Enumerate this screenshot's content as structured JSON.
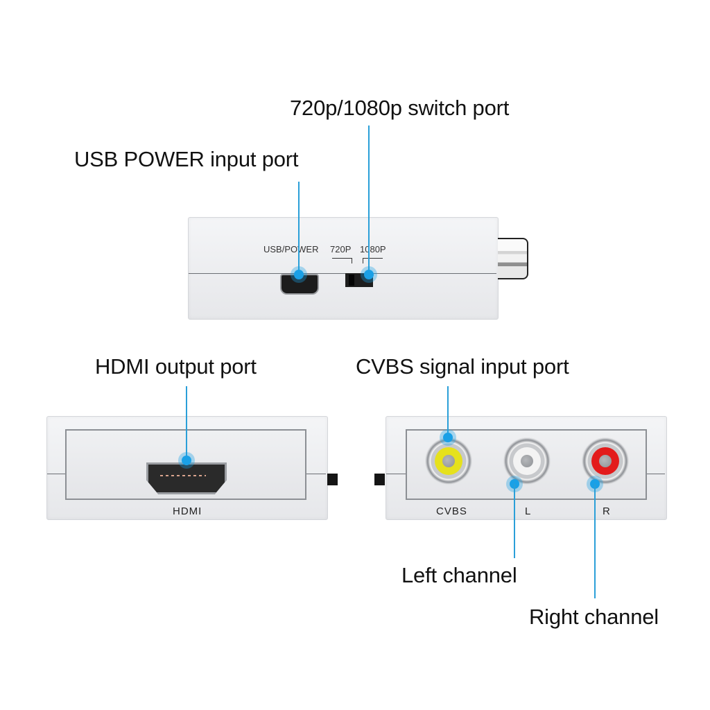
{
  "callouts": {
    "switch_port": "720p/1080p switch port",
    "usb_power": "USB POWER input port",
    "hdmi_output": "HDMI output port",
    "cvbs_input": "CVBS signal input port",
    "left_channel": "Left channel",
    "right_channel": "Right channel"
  },
  "top_device": {
    "usb_label": "USB/POWER",
    "mode_720": "720P",
    "mode_1080": "1080P"
  },
  "hdmi_device": {
    "port_label": "HDMI"
  },
  "rca_device": {
    "ports": [
      {
        "label": "CVBS",
        "color": "#e6e11c"
      },
      {
        "label": "L",
        "color": "#f3f3f3"
      },
      {
        "label": "R",
        "color": "#e31b1b"
      }
    ]
  },
  "colors": {
    "accent": "#1aa0e6",
    "text": "#111111"
  }
}
